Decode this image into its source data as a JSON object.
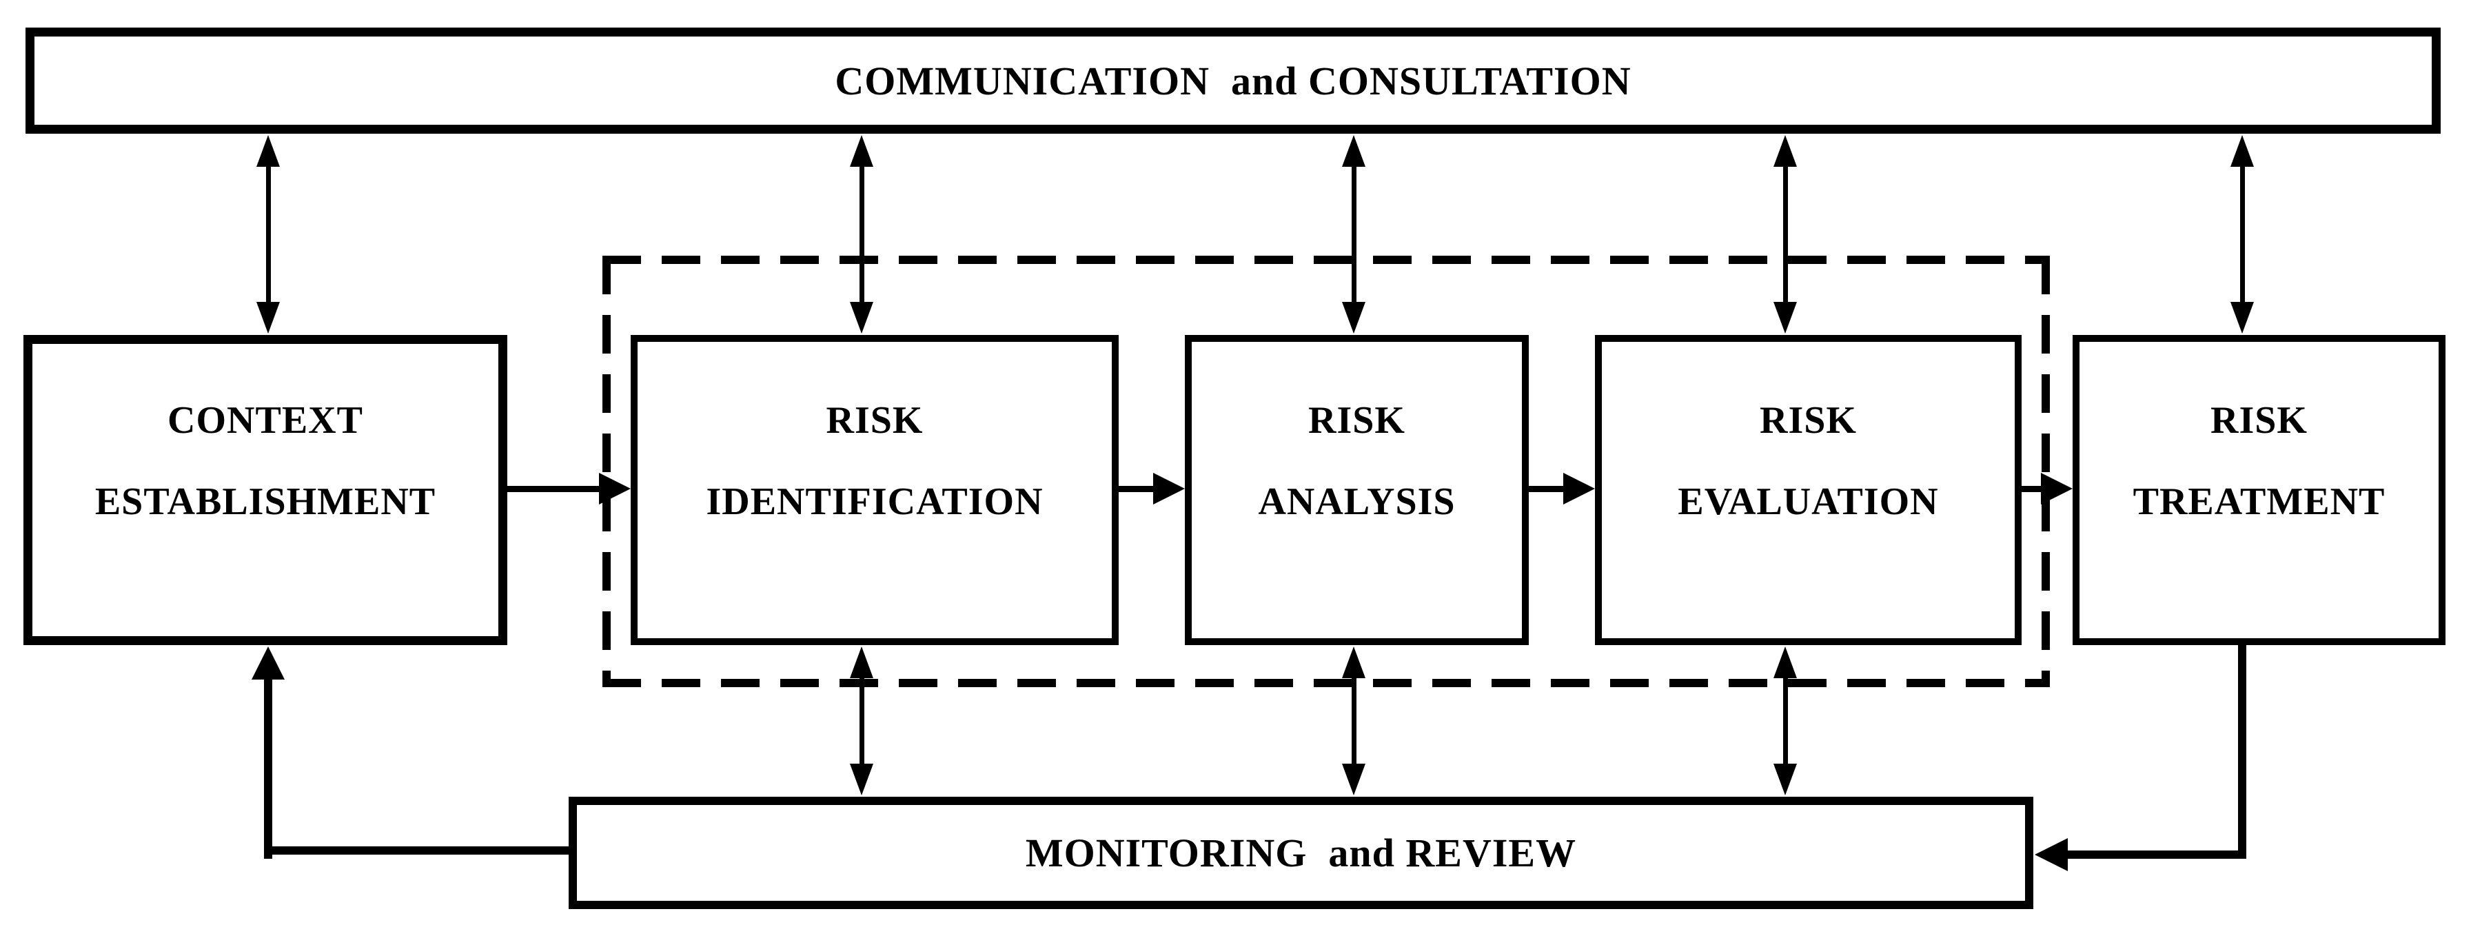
{
  "diagram": {
    "background": "#ffffff",
    "line_color": "#000000",
    "top_bar": {
      "label": "COMMUNICATION  and CONSULTATION"
    },
    "bottom_bar": {
      "label": "MONITORING  and REVIEW"
    },
    "nodes": {
      "context": {
        "line1": "CONTEXT",
        "line2": "ESTABLISHMENT"
      },
      "identification": {
        "line1": "RISK",
        "line2": "IDENTIFICATION"
      },
      "analysis": {
        "line1": "RISK",
        "line2": "ANALYSIS"
      },
      "evaluation": {
        "line1": "RISK",
        "line2": "EVALUATION"
      },
      "treatment": {
        "line1": "RISK",
        "line2": "TREATMENT"
      }
    },
    "relationships": [
      "COMMUNICATION and CONSULTATION <-> CONTEXT ESTABLISHMENT",
      "COMMUNICATION and CONSULTATION <-> RISK IDENTIFICATION",
      "COMMUNICATION and CONSULTATION <-> RISK ANALYSIS",
      "COMMUNICATION and CONSULTATION <-> RISK EVALUATION",
      "COMMUNICATION and CONSULTATION <-> RISK TREATMENT",
      "CONTEXT ESTABLISHMENT -> RISK IDENTIFICATION",
      "RISK IDENTIFICATION -> RISK ANALYSIS",
      "RISK ANALYSIS -> RISK EVALUATION",
      "RISK EVALUATION -> RISK TREATMENT",
      "RISK IDENTIFICATION <-> MONITORING and REVIEW",
      "RISK ANALYSIS <-> MONITORING and REVIEW",
      "RISK EVALUATION <-> MONITORING and REVIEW",
      "MONITORING and REVIEW -> CONTEXT ESTABLISHMENT",
      "RISK TREATMENT -> MONITORING and REVIEW"
    ]
  }
}
